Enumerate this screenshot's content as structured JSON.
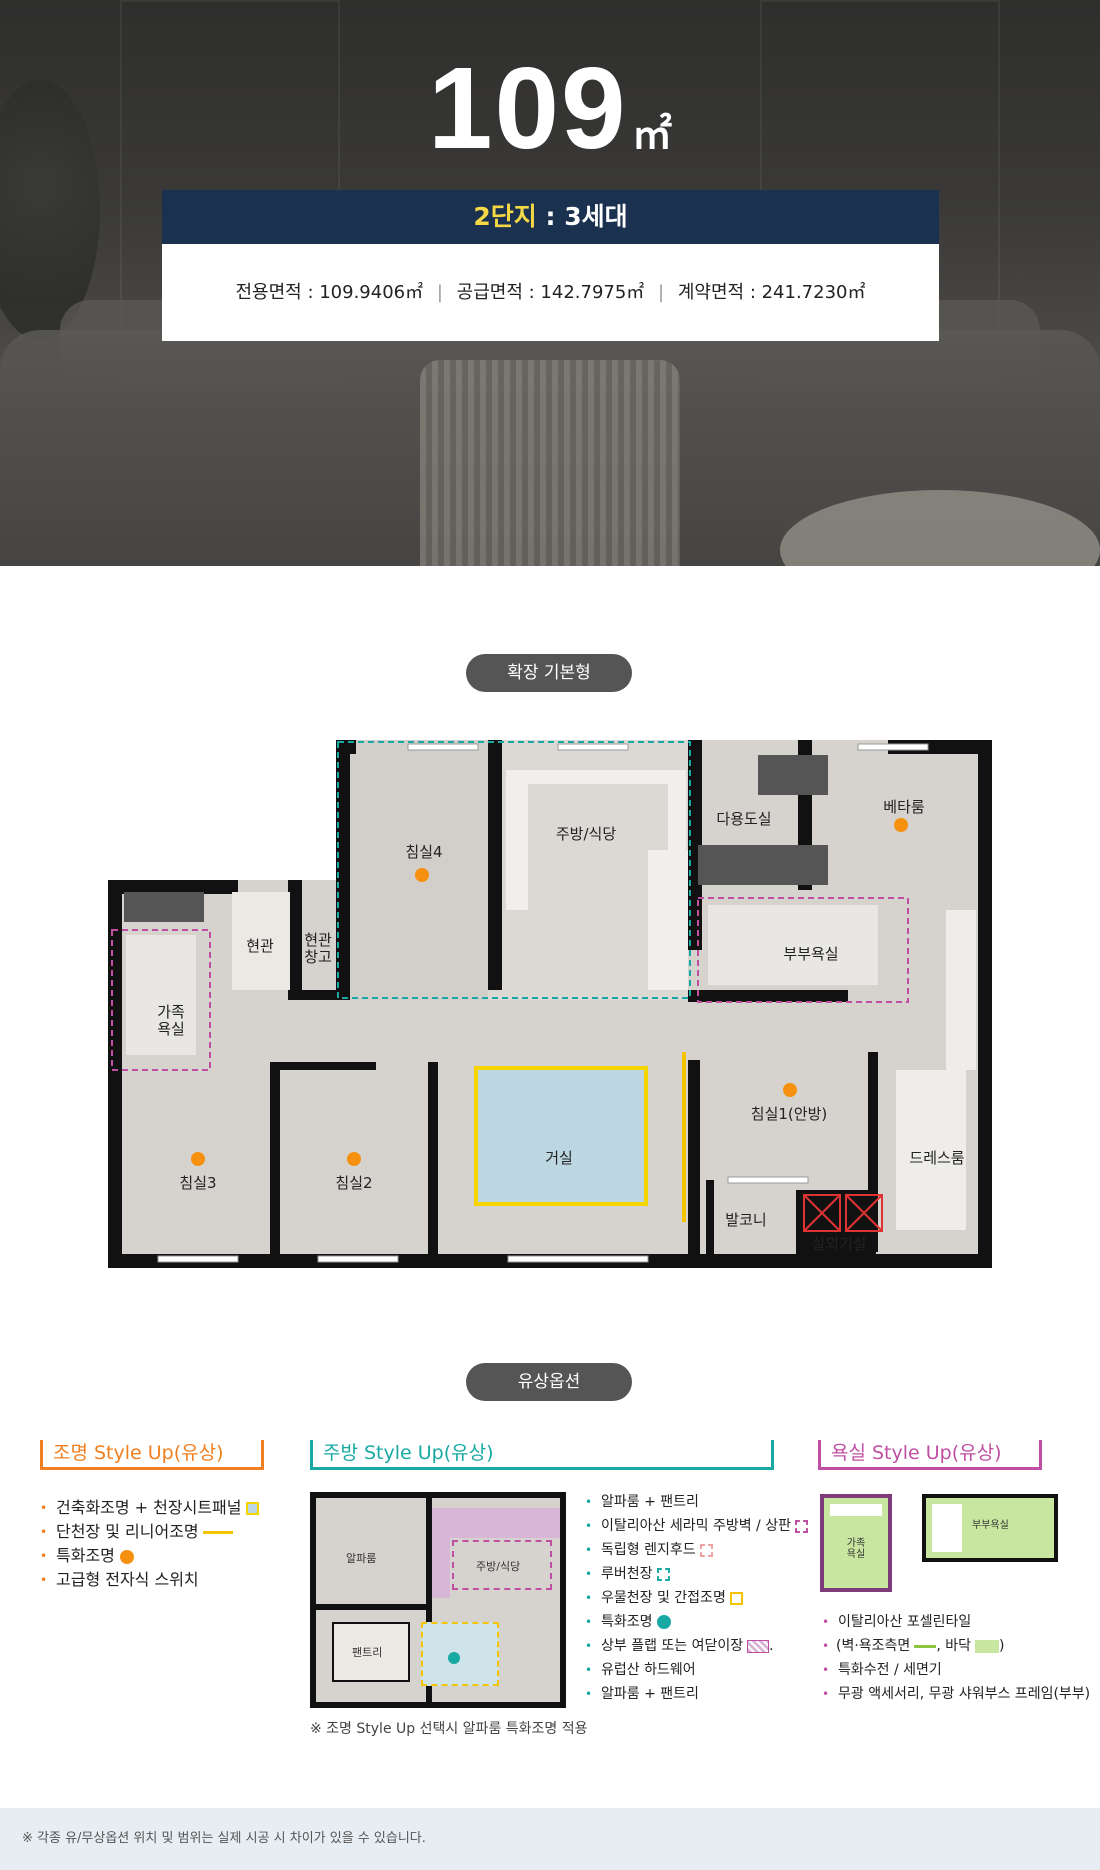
{
  "hero": {
    "area_number": "109",
    "area_unit": "㎡",
    "complex_label": "2단지",
    "complex_sep": " : ",
    "households": "3세대",
    "exclusive": "전용면적 : 109.9406㎡",
    "supply": "공급면적 : 142.7975㎡",
    "contract": "계약면적 : 241.7230㎡",
    "sep": "|"
  },
  "plan_section": {
    "pill": "확장 기본형",
    "rooms": {
      "bed4": "침실4",
      "kitchen": "주방/식당",
      "utility": "다용도실",
      "veranda": "베타룸",
      "entrance": "현관",
      "entrance_storage": "현관\n창고",
      "family_bath": "가족\n욕실",
      "master_bath": "부부욕실",
      "bed1": "침실1(안방)",
      "bed3": "침실3",
      "bed2": "침실2",
      "living": "거실",
      "dressroom": "드레스룸",
      "balcony": "발코니",
      "outdoor_unit": "실외기실"
    }
  },
  "options_section": {
    "pill": "유상옵션",
    "lighting": {
      "title": "조명 Style Up(유상)",
      "items": [
        "건축화조명 + 천장시트패널",
        "단천장 및 리니어조명",
        "특화조명",
        "고급형 전자식 스위치"
      ]
    },
    "kitchen": {
      "title": "주방 Style Up(유상)",
      "thumb_labels": {
        "alpha": "알파룸",
        "kitchen": "주방/식당",
        "pantry": "팬트리"
      },
      "items": [
        "알파룸 + 팬트리",
        "이탈리아산 세라믹 주방벽 / 상판",
        "독립형 렌지후드",
        "루버천장",
        "우물천장 및 간접조명",
        "특화조명",
        "상부 플랩 또는 여닫이장",
        "유럽산 하드웨어",
        "알파룸 + 팬트리"
      ],
      "note": "※ 조명 Style Up 선택시 알파룸 특화조명 적용"
    },
    "bath": {
      "title": "욕실 Style Up(유상)",
      "thumb_labels": {
        "family": "가족\n욕실",
        "master": "부부욕실"
      },
      "items": [
        "이탈리아산 포셀린타일",
        "(벽·욕조측면",
        ", 바닥",
        ")",
        "특화수전 / 세면기",
        "무광 액세서리, 무광 샤워부스 프레임(부부)"
      ]
    },
    "colors": {
      "orange": "#f07f1f",
      "teal": "#19a9a5",
      "pink": "#c04fa3",
      "yellow": "#f5c400",
      "green": "#8cc63f"
    }
  },
  "footer": "※ 각종 유/무상옵션 위치 및 범위는 실제 시공 시 차이가 있을 수 있습니다."
}
